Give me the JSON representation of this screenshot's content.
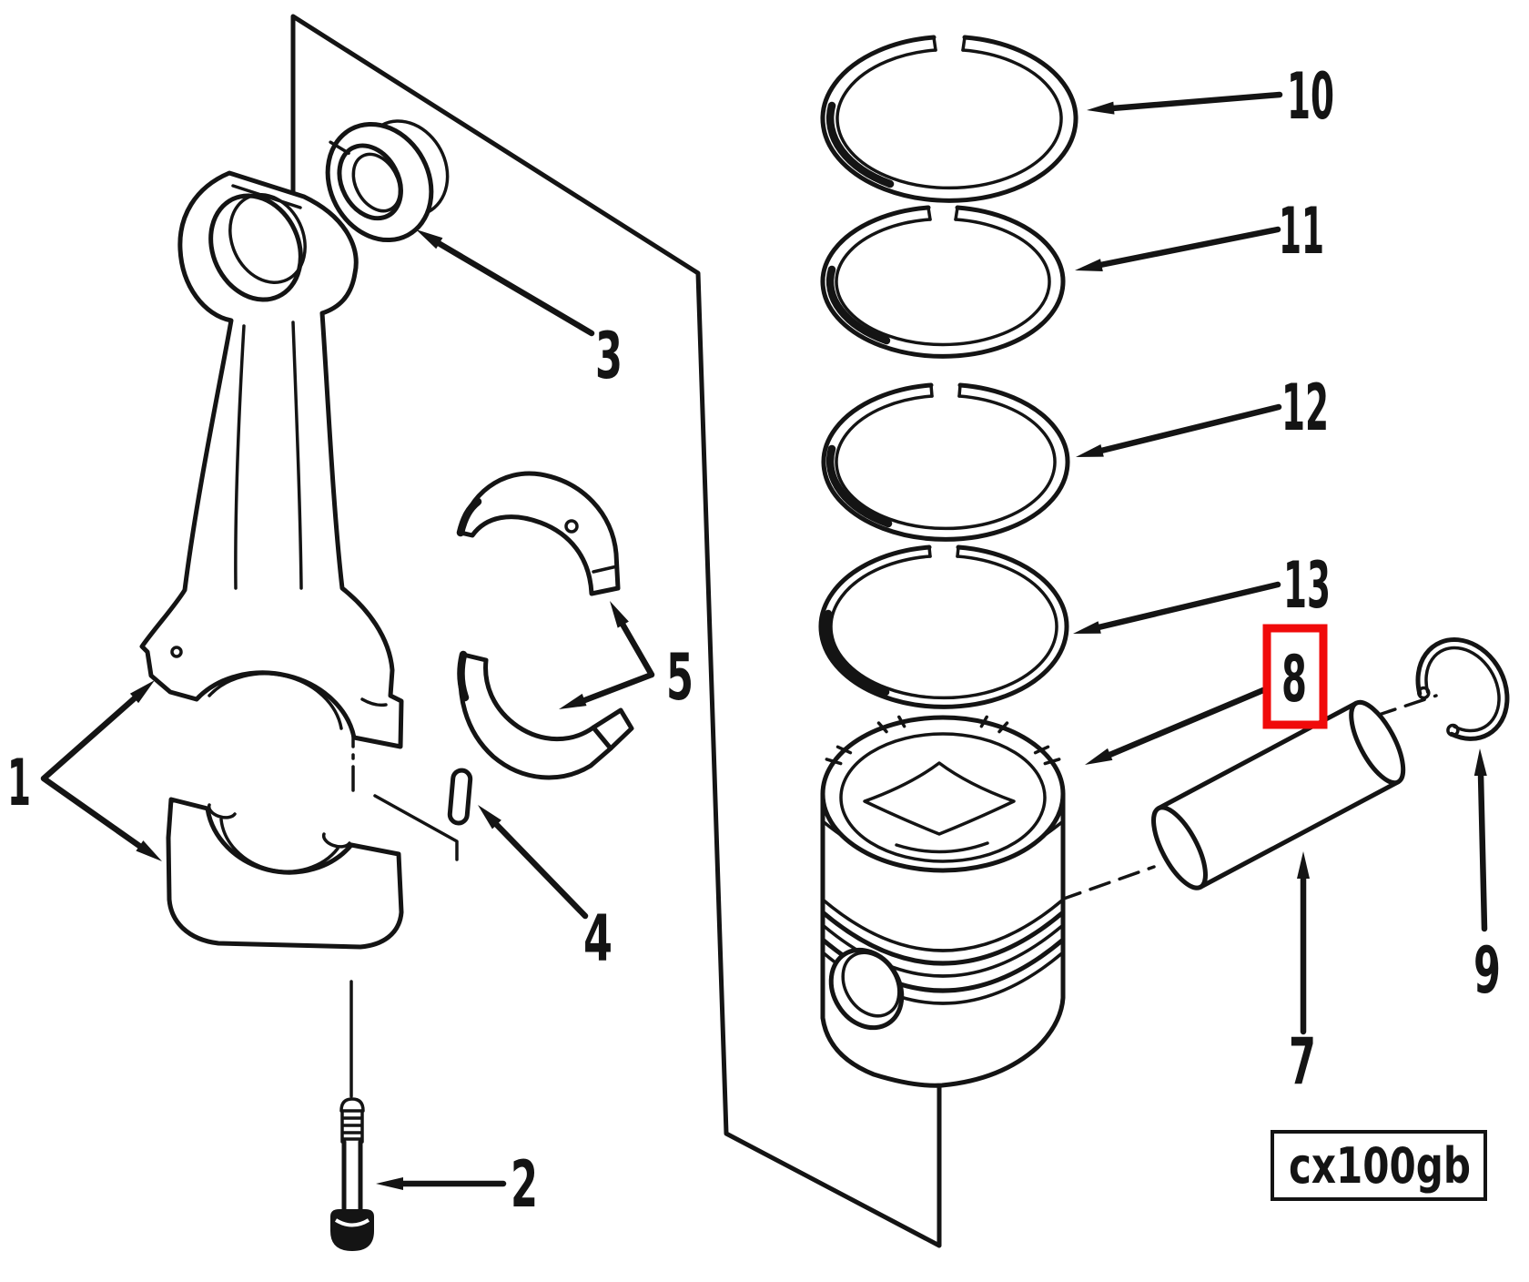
{
  "diagram": {
    "description_code": "exploded engine connecting rod and piston parts diagram",
    "callouts": {
      "n1": {
        "label": "1"
      },
      "n2": {
        "label": "2"
      },
      "n3": {
        "label": "3"
      },
      "n4": {
        "label": "4"
      },
      "n5": {
        "label": "5"
      },
      "n7": {
        "label": "7"
      },
      "n8": {
        "label": "8"
      },
      "n9": {
        "label": "9"
      },
      "n10": {
        "label": "10"
      },
      "n11": {
        "label": "11"
      },
      "n12": {
        "label": "12"
      },
      "n13": {
        "label": "13"
      }
    },
    "plate": {
      "code": "cx100gb"
    },
    "colors": {
      "ink": "#141414",
      "background": "#ffffff",
      "highlight": "#f00a0a"
    }
  }
}
